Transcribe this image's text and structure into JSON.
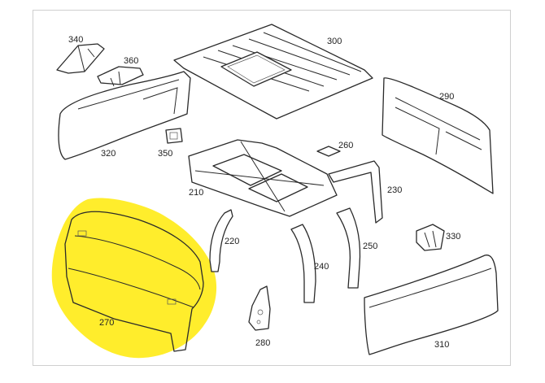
{
  "highlight_color": "#ffeb1a",
  "parts": [
    {
      "id": "part-340",
      "label": "340",
      "highlighted": false
    },
    {
      "id": "part-360",
      "label": "360",
      "highlighted": false
    },
    {
      "id": "part-300",
      "label": "300",
      "highlighted": false
    },
    {
      "id": "part-290",
      "label": "290",
      "highlighted": false
    },
    {
      "id": "part-320",
      "label": "320",
      "highlighted": false
    },
    {
      "id": "part-350",
      "label": "350",
      "highlighted": false
    },
    {
      "id": "part-260",
      "label": "260",
      "highlighted": false
    },
    {
      "id": "part-210",
      "label": "210",
      "highlighted": false
    },
    {
      "id": "part-230",
      "label": "230",
      "highlighted": false
    },
    {
      "id": "part-220",
      "label": "220",
      "highlighted": false
    },
    {
      "id": "part-250",
      "label": "250",
      "highlighted": false
    },
    {
      "id": "part-330",
      "label": "330",
      "highlighted": false
    },
    {
      "id": "part-240",
      "label": "240",
      "highlighted": false
    },
    {
      "id": "part-270",
      "label": "270",
      "highlighted": true
    },
    {
      "id": "part-280",
      "label": "280",
      "highlighted": false
    },
    {
      "id": "part-310",
      "label": "310",
      "highlighted": false
    }
  ]
}
